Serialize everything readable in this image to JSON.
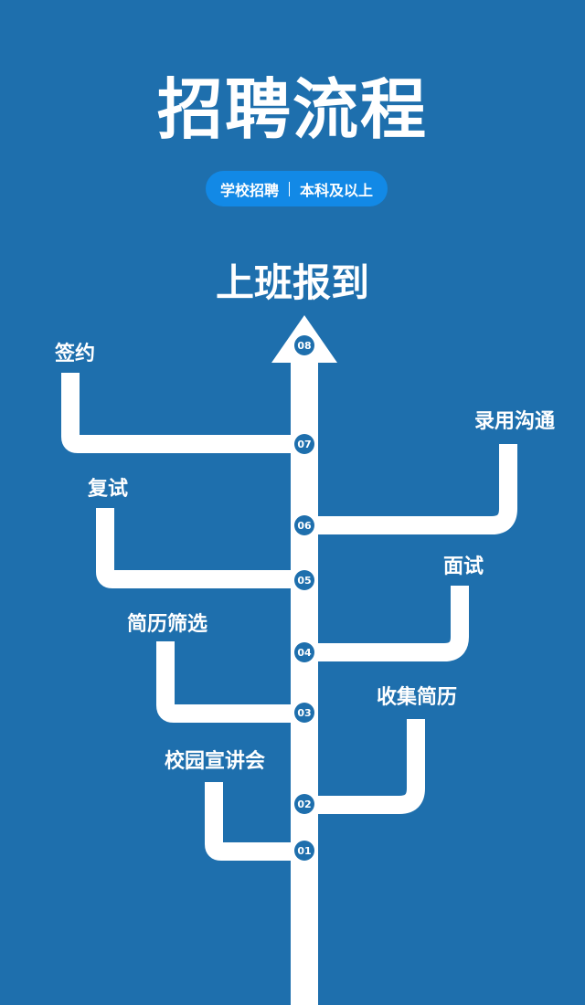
{
  "title": "招聘流程",
  "tags": [
    "学校招聘",
    "本科及以上"
  ],
  "goal": "上班报到",
  "steps": [
    {
      "num": "01",
      "label": "校园宣讲会"
    },
    {
      "num": "02",
      "label": "收集简历"
    },
    {
      "num": "03",
      "label": "简历筛选"
    },
    {
      "num": "04",
      "label": "面试"
    },
    {
      "num": "05",
      "label": "复试"
    },
    {
      "num": "06",
      "label": "录用沟通"
    },
    {
      "num": "07",
      "label": "签约"
    },
    {
      "num": "08",
      "label": ""
    }
  ],
  "colors": {
    "background": "#1e6fad",
    "pill": "#1289e6",
    "path": "#ffffff"
  }
}
